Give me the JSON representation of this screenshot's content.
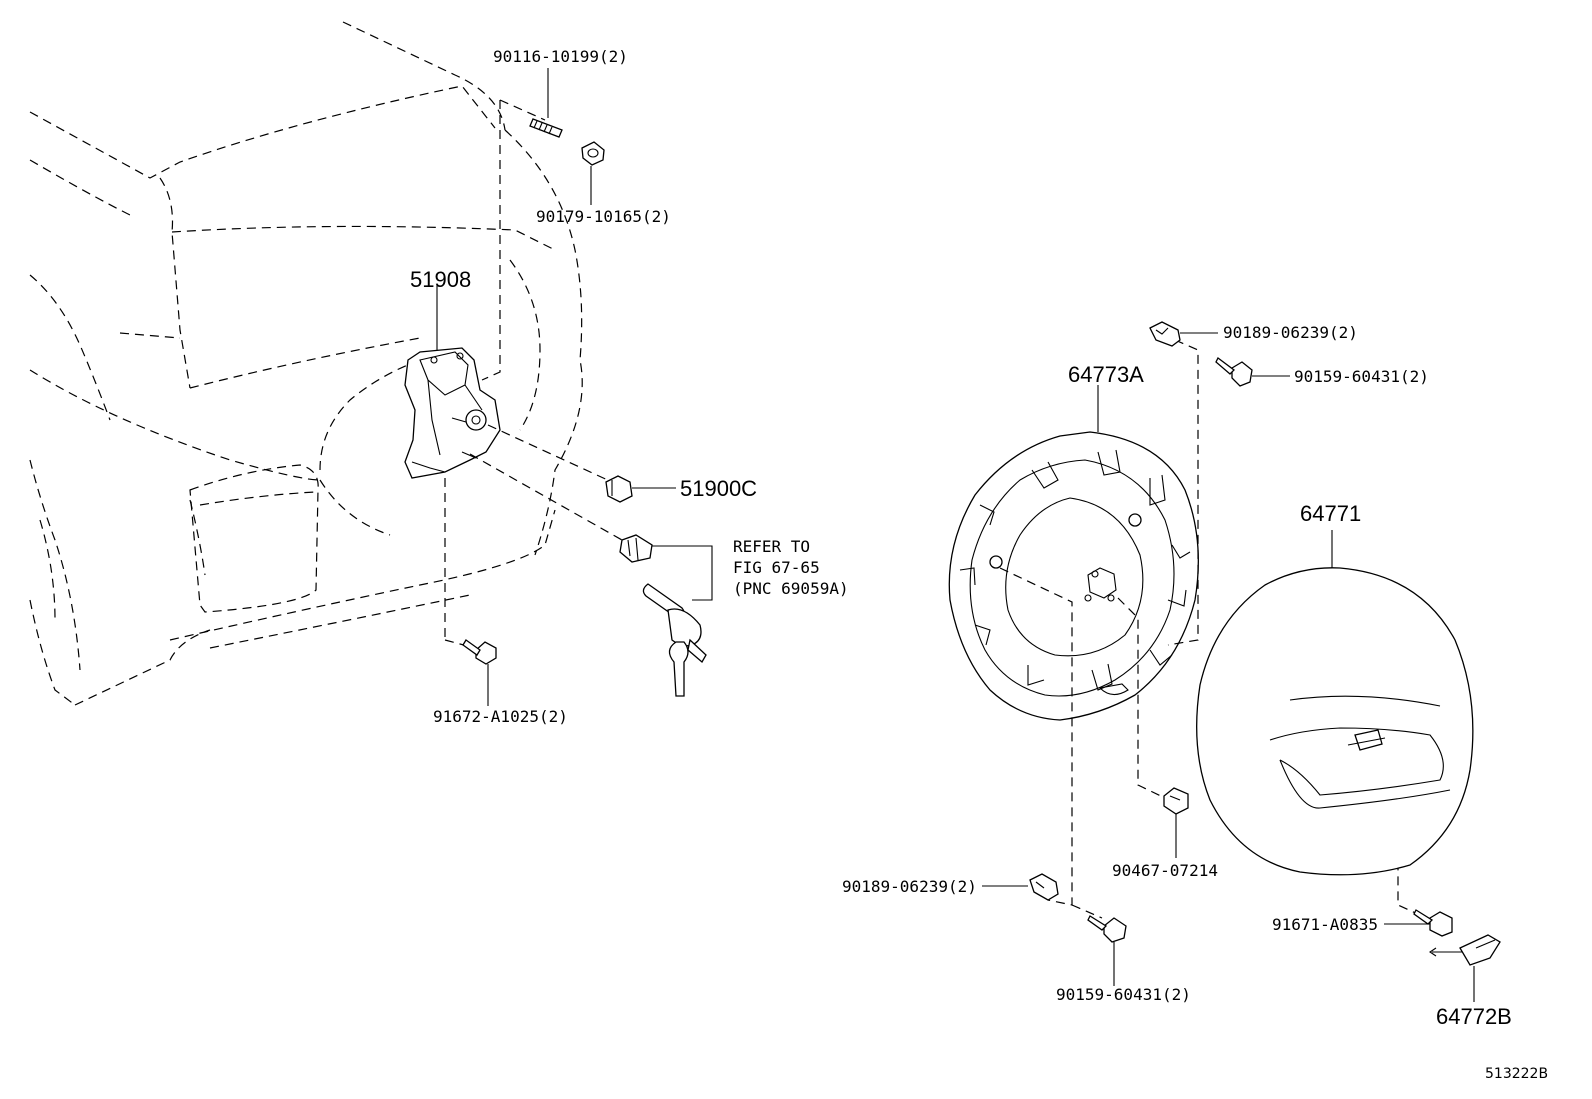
{
  "labels": {
    "stud_bolt": "90116-10199(2)",
    "nut_top": "90179-10165(2)",
    "carrier": "51908",
    "cap_nut": "51900C",
    "refer_line1": "REFER TO",
    "refer_line2": "FIG 67-65",
    "refer_line3": "(PNC 69059A)",
    "bolt_lower": "91672-A1025(2)",
    "clip_upper": "90189-06239(2)",
    "screw_upper": "90159-60431(2)",
    "cover_inner": "64773A",
    "cover_outer": "64771",
    "screw_center": "90467-07214",
    "clip_lower": "90189-06239(2)",
    "screw_lower": "90159-60431(2)",
    "bolt_cover": "91671-A0835",
    "ornament": "64772B"
  },
  "figure_id": "513222B"
}
